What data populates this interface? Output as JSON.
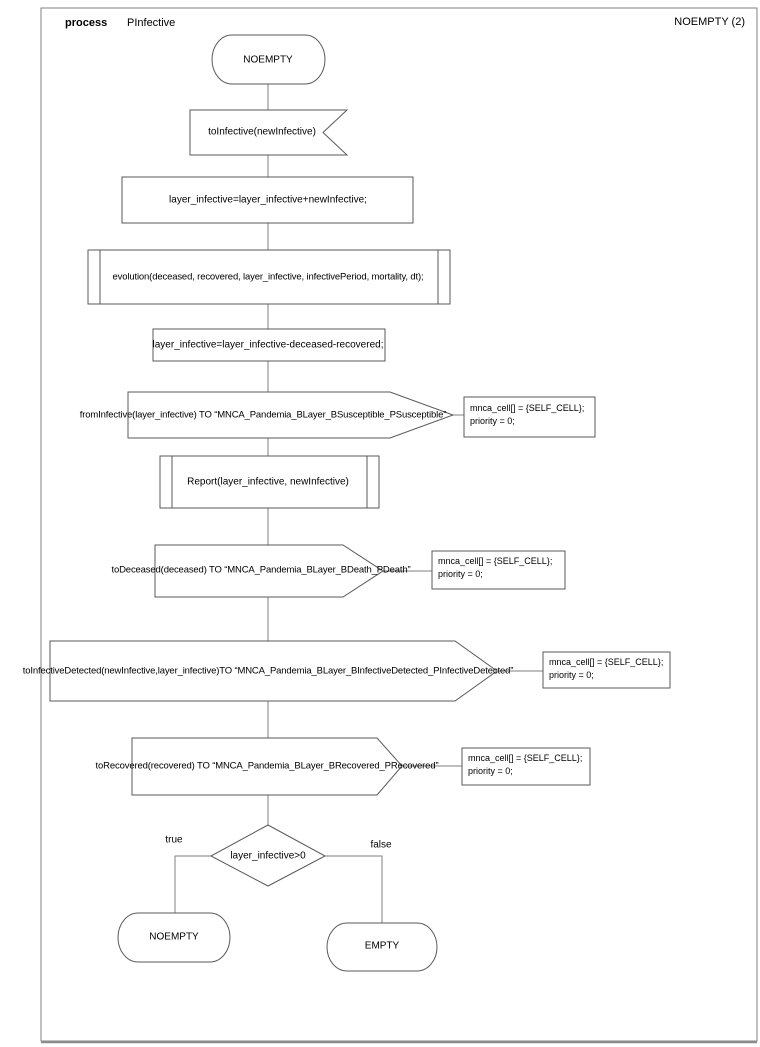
{
  "header": {
    "kind": "process",
    "name": "PInfective",
    "reference": "NOEMPTY (2)"
  },
  "diagram": {
    "start_state": "NOEMPTY",
    "input_signal": "toInfective(newInfective)",
    "task_add": "layer_infective=layer_infective+newInfective;",
    "procedure_evolution": "evolution(deceased, recovered, layer_infective, infectivePeriod, mortality, dt);",
    "task_subtract": "layer_infective=layer_infective-deceased-recovered;",
    "output_from_infective": "fromInfective(layer_infective) TO “MNCA_Pandemia_BLayer_BSusceptible_PSusceptible”",
    "procedure_report": "Report(layer_infective, newInfective)",
    "output_to_deceased": "toDeceased(deceased) TO “MNCA_Pandemia_BLayer_BDeath_PDeath”",
    "output_to_infective_detected": "toInfectiveDetected(newInfective,layer_infective)TO “MNCA_Pandemia_BLayer_BInfectiveDetected_PInfectiveDetected”",
    "output_to_recovered": "toRecovered(recovered) TO “MNCA_Pandemia_BLayer_BRecovered_PRecovered”",
    "decision_condition": "layer_infective>0",
    "branch_true_label": "true",
    "branch_false_label": "false",
    "final_state_true": "NOEMPTY",
    "final_state_false": "EMPTY",
    "comments": [
      {
        "line1": "mnca_cell[] = {SELF_CELL};",
        "line2": "priority = 0;"
      },
      {
        "line1": "mnca_cell[] = {SELF_CELL};",
        "line2": "priority = 0;"
      },
      {
        "line1": "mnca_cell[] = {SELF_CELL};",
        "line2": "priority = 0;"
      },
      {
        "line1": "mnca_cell[] = {SELF_CELL};",
        "line2": "priority = 0;"
      }
    ]
  },
  "colors": {
    "shape_stroke": "#595959",
    "connector": "#7f7f7f",
    "border": "#808080",
    "text": "#000000",
    "background": "#ffffff"
  }
}
